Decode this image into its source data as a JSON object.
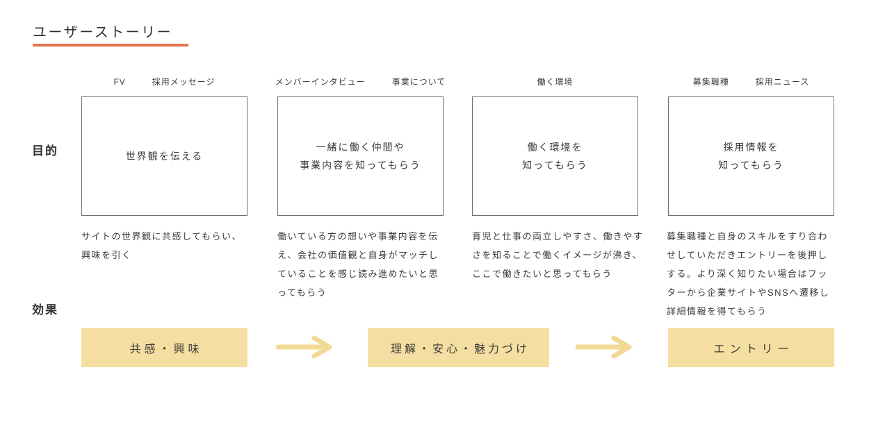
{
  "title": "ユーザーストーリー",
  "row_labels": {
    "purpose": "目的",
    "effect": "効果"
  },
  "columns": [
    {
      "header_parts": [
        "FV",
        "採用メッセージ"
      ],
      "purpose_lines": [
        "世界観を伝える"
      ],
      "description_lines": [
        "サイトの世界観に共感してもらい、",
        "興味を引く"
      ]
    },
    {
      "header_parts": [
        "メンバーインタビュー",
        "事業について"
      ],
      "purpose_lines": [
        "一緒に働く仲間や",
        "事業内容を知ってもらう"
      ],
      "description_lines": [
        "働いている方の想いや事業内容を伝",
        "え、会社の価値観と自身がマッチし",
        "ていることを感じ読み進めたいと思",
        "ってもらう"
      ]
    },
    {
      "header_parts": [
        "働く環境"
      ],
      "purpose_lines": [
        "働く環境を",
        "知ってもらう"
      ],
      "description_lines": [
        "育児と仕事の両立しやすさ、働きやす",
        "さを知ることで働くイメージが沸き、",
        "ここで働きたいと思ってもらう"
      ]
    },
    {
      "header_parts": [
        "募集職種",
        "採用ニュース"
      ],
      "purpose_lines": [
        "採用情報を",
        "知ってもらう"
      ],
      "description_lines": [
        "募集職種と自身のスキルをすり合わ",
        "せしていただきエントリーを後押し",
        "する。より深く知りたい場合はフッ",
        "ターから企業サイトやSNSへ遷移し",
        "詳細情報を得てもらう"
      ]
    }
  ],
  "effect_steps": [
    "共感・興味",
    "理解・安心・魅力づけ",
    "エントリー"
  ],
  "colors": {
    "accent_underline": "#E6734B",
    "effect_fill": "#F5DEA1",
    "arrow": "#F3D996",
    "box_border": "#6F6F6F",
    "text": "#3A3A3A"
  }
}
